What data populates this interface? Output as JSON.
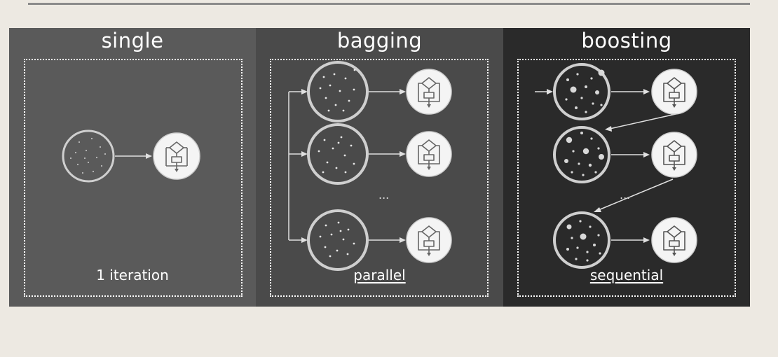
{
  "panels": {
    "single": {
      "title": "single",
      "caption": "1 iteration"
    },
    "bagging": {
      "title": "bagging",
      "caption": "parallel",
      "ellipsis": "..."
    },
    "boosting": {
      "title": "boosting",
      "caption": "sequential",
      "ellipsis": "..."
    }
  },
  "colors": {
    "page_bg": "#ede9e2",
    "single_panel": "#5a5a5a",
    "bagging_panel": "#4a4a4a",
    "boosting_panel": "#2a2a2a",
    "circle_ring": "#cfcfcf",
    "model_icon_bg": "#f4f4f4",
    "arrow": "#e0e0e0"
  },
  "icons": {
    "dataset": "dataset-circle-icon",
    "model": "flowchart-model-icon"
  }
}
